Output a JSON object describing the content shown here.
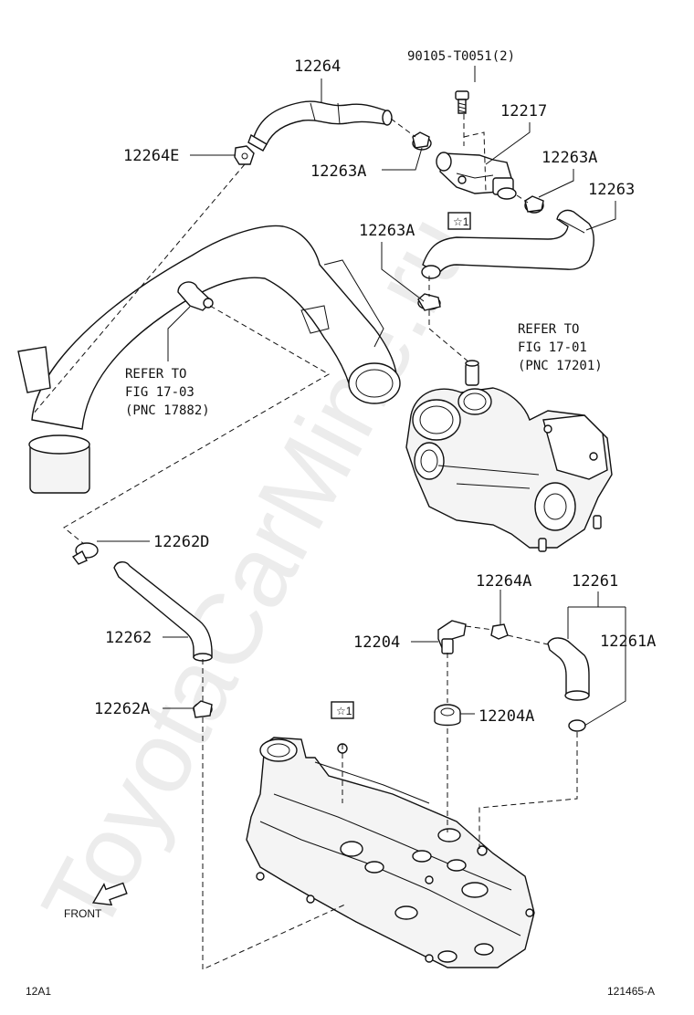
{
  "watermark": "ToyotaCarMine.ru",
  "labels": {
    "p12264": "12264",
    "p90105": "90105-T0051(2)",
    "p12217": "12217",
    "p12264E": "12264E",
    "p12263A_1": "12263A",
    "p12263A_2": "12263A",
    "p12263": "12263",
    "p12263A_3": "12263A",
    "ref1701_a": "REFER TO",
    "ref1701_b": "FIG 17-01",
    "ref1701_c": "(PNC 17201)",
    "ref1703_a": "REFER TO",
    "ref1703_b": "FIG 17-03",
    "ref1703_c": "(PNC 17882)",
    "p12262D": "12262D",
    "p12262": "12262",
    "p12262A": "12262A",
    "p12264A": "12264A",
    "p12261": "12261",
    "p12204": "12204",
    "p12261A": "12261A",
    "p12204A": "12204A",
    "star1_top": "☆1",
    "star1_bottom": "☆1",
    "front": "FRONT",
    "footer_left": "12A1",
    "footer_right": "121465-A"
  }
}
